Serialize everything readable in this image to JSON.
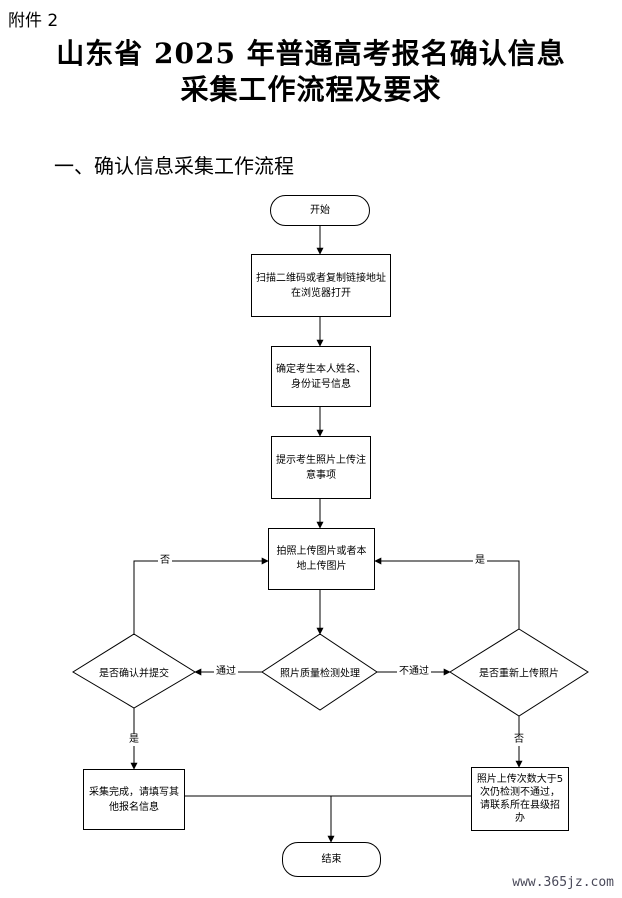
{
  "header": {
    "attachment": "附件 2",
    "title_line1": "山东省 2025 年普通高考报名确认信息",
    "title_line2": "采集工作流程及要求"
  },
  "section_heading": "一、确认信息采集工作流程",
  "flowchart": {
    "start": "开始",
    "step_scan": "扫描二维码或者复制链接地址在浏览器打开",
    "step_confirm": "确定考生本人姓名、身份证号信息",
    "step_notice": "提示考生照片上传注意事项",
    "step_upload": "拍照上传图片或者本地上传图片",
    "decision_check": "照片质量检测处理",
    "decision_submit": "是否确认并提交",
    "decision_reupload": "是否重新上传照片",
    "step_done": "采集完成，请填写其他报名信息",
    "step_limit": "照片上传次数大于5次仍检测不通过，请联系所在县级招办",
    "end": "结束",
    "edge_pass": "通过",
    "edge_fail": "不通过",
    "edge_submit_no": "否",
    "edge_submit_yes": "是",
    "edge_reupload_yes": "是",
    "edge_reupload_no": "否"
  },
  "watermark": "www.365jz.com"
}
